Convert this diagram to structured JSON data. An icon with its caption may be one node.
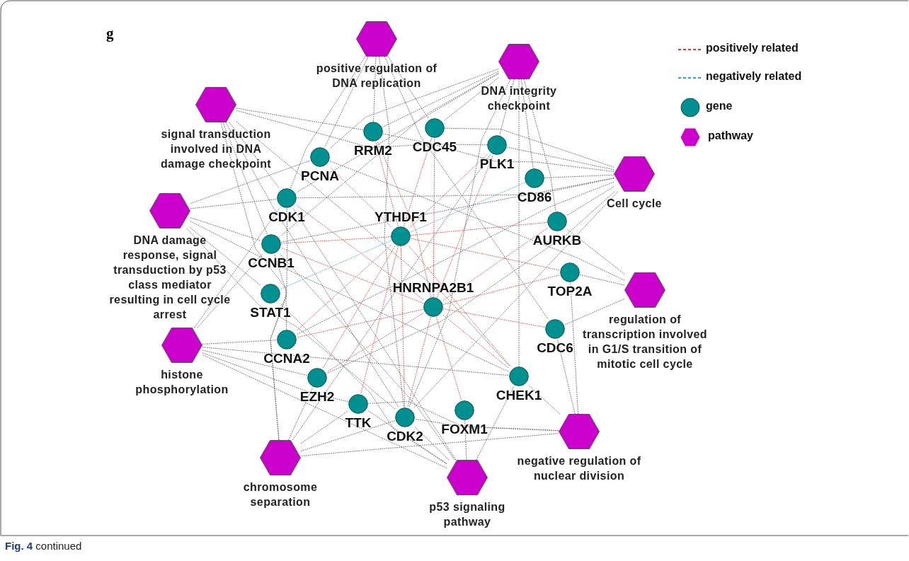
{
  "diagram": {
    "caption": "**Fig. 4** continued",
    "nodes": [
      {
        "text": [
          "positive regulation of DNA replication"
        ]
      },
      {
        "text": [
          "DNA integrity checkpoint"
        ]
      },
      {
        "text": [
          "signal transduction involved in DNA damage checkpoint"
        ]
      },
      {
        "text": [
          "CDC45"
        ]
      },
      {
        "text": [
          "RRM2"
        ]
      },
      {
        "text": [
          "PLK1"
        ]
      },
      {
        "text": [
          "PCNA"
        ]
      },
      {
        "text": [
          "Cell cycle"
        ]
      },
      {
        "text": [
          "CD86"
        ]
      },
      {
        "text": [
          "CDK1"
        ]
      },
      {
        "text": [
          "DNA damage response, signal transduction by p53 class mediator resulting in cell cycle arrest"
        ]
      },
      {
        "text": [
          "AURKB"
        ]
      },
      {
        "text": [
          "YTHDF1"
        ]
      },
      {
        "text": [
          "CCNB1"
        ]
      },
      {
        "text": [
          "TOP2A"
        ]
      },
      {
        "text": [
          "regulation of transcription involved in G1/S transition of mitotic cell cycle"
        ]
      },
      {
        "text": [
          "STAT1"
        ]
      },
      {
        "text": [
          "HNRNPA2B1"
        ]
      },
      {
        "text": [
          "CDC6"
        ]
      },
      {
        "text": [
          "CCNA2"
        ]
      },
      {
        "text": [
          "histone phosphorylation"
        ]
      },
      {
        "text": [
          "CHEK1"
        ]
      },
      {
        "text": [
          "EZH2"
        ]
      },
      {
        "text": [
          "TTK"
        ]
      },
      {
        "text": [
          "FOXM1"
        ]
      },
      {
        "text": [
          "CDK2"
        ]
      },
      {
        "text": [
          "negative regulation of nuclear division"
        ]
      },
      {
        "text": [
          "chromosome separation"
        ]
      },
      {
        "text": [
          "p53 signaling pathway"
        ]
      }
    ],
    "edges": [
      {
        "from": 12,
        "to": 4,
        "arrow": "none",
        "color": "#ff2a2a"
      },
      {
        "from": 12,
        "to": 3,
        "arrow": "none",
        "color": "#ff2a2a"
      },
      {
        "from": 12,
        "to": 5,
        "arrow": "none",
        "color": "#ff2a2a"
      },
      {
        "from": 12,
        "to": 6,
        "arrow": "none",
        "color": "#ff2a2a"
      },
      {
        "from": 12,
        "to": 13,
        "arrow": "none",
        "color": "#ff2a2a"
      },
      {
        "from": 12,
        "to": 19,
        "arrow": "none",
        "color": "#ff2a2a"
      },
      {
        "from": 12,
        "to": 21,
        "arrow": "none",
        "color": "#ff2a2a"
      },
      {
        "from": 12,
        "to": 25,
        "arrow": "none",
        "color": "#ff2a2a"
      },
      {
        "from": 12,
        "to": 23,
        "arrow": "none",
        "color": "#ff2a2a"
      },
      {
        "from": 12,
        "to": 14,
        "arrow": "none",
        "color": "#ff2a2a"
      },
      {
        "from": 12,
        "to": 11,
        "arrow": "none",
        "color": "#ff2a2a"
      },
      {
        "from": 12,
        "to": 22,
        "arrow": "none",
        "color": "#ff2a2a"
      },
      {
        "from": 17,
        "to": 13,
        "arrow": "none",
        "color": "#ff2a2a"
      },
      {
        "from": 17,
        "to": 19,
        "arrow": "none",
        "color": "#ff2a2a"
      },
      {
        "from": 17,
        "to": 22,
        "arrow": "none",
        "color": "#ff2a2a"
      },
      {
        "from": 17,
        "to": 18,
        "arrow": "none",
        "color": "#ff2a2a"
      },
      {
        "from": 17,
        "to": 21,
        "arrow": "none",
        "color": "#ff2a2a"
      },
      {
        "from": 17,
        "to": 24,
        "arrow": "none",
        "color": "#ff2a2a"
      },
      {
        "from": 17,
        "to": 5,
        "arrow": "none",
        "color": "#ff2a2a"
      },
      {
        "from": 17,
        "to": 4,
        "arrow": "none",
        "color": "#ff2a2a"
      },
      {
        "from": 17,
        "to": 3,
        "arrow": "none",
        "color": "#ff2a2a"
      },
      {
        "from": 17,
        "to": 11,
        "arrow": "none",
        "color": "#ff2a2a"
      },
      {
        "from": 17,
        "to": 14,
        "arrow": "none",
        "color": "#ff2a2a"
      },
      {
        "from": 17,
        "to": 9,
        "arrow": "none",
        "color": "#ff2a2a"
      },
      {
        "from": 17,
        "to": 25,
        "arrow": "none",
        "color": "#ff2a2a"
      },
      {
        "from": 12,
        "to": 8,
        "arrow": "none",
        "color": "#2a9dff"
      },
      {
        "from": 12,
        "to": 16,
        "arrow": "none",
        "color": "#2a9dff"
      },
      {
        "from": 0,
        "to": 4,
        "arrow": "none"
      },
      {
        "from": 0,
        "to": 6,
        "arrow": "none"
      },
      {
        "from": 0,
        "to": 3,
        "arrow": "none"
      },
      {
        "from": 0,
        "to": 9,
        "arrow": "none"
      },
      {
        "from": 0,
        "to": 25,
        "arrow": "none"
      },
      {
        "from": 0,
        "to": 18,
        "arrow": "none"
      },
      {
        "from": 1,
        "to": 5,
        "arrow": "none"
      },
      {
        "from": 1,
        "to": 4,
        "arrow": "none"
      },
      {
        "from": 1,
        "to": 6,
        "arrow": "none"
      },
      {
        "from": 1,
        "to": 3,
        "arrow": "none"
      },
      {
        "from": 1,
        "to": 21,
        "arrow": "none"
      },
      {
        "from": 1,
        "to": 13,
        "arrow": "none"
      },
      {
        "from": 1,
        "to": 9,
        "arrow": "none"
      },
      {
        "from": 1,
        "to": 25,
        "arrow": "none"
      },
      {
        "from": 1,
        "to": 11,
        "arrow": "none"
      },
      {
        "from": 1,
        "to": 8,
        "arrow": "none"
      },
      {
        "from": 2,
        "to": 4,
        "arrow": "none"
      },
      {
        "from": 2,
        "to": 5,
        "arrow": "none"
      },
      {
        "from": 2,
        "to": 9,
        "arrow": "none"
      },
      {
        "from": 2,
        "to": 13,
        "arrow": "none"
      },
      {
        "from": 2,
        "to": 21,
        "arrow": "none"
      },
      {
        "from": 2,
        "to": 25,
        "arrow": "none"
      },
      {
        "from": 2,
        "to": 19,
        "arrow": "none"
      },
      {
        "from": 7,
        "to": 5,
        "arrow": "none"
      },
      {
        "from": 7,
        "to": 3,
        "arrow": "none"
      },
      {
        "from": 7,
        "to": 4,
        "arrow": "none"
      },
      {
        "from": 7,
        "to": 8,
        "arrow": "none"
      },
      {
        "from": 7,
        "to": 11,
        "arrow": "none"
      },
      {
        "from": 7,
        "to": 13,
        "arrow": "none"
      },
      {
        "from": 7,
        "to": 9,
        "arrow": "none"
      },
      {
        "from": 7,
        "to": 25,
        "arrow": "none"
      },
      {
        "from": 7,
        "to": 19,
        "arrow": "none"
      },
      {
        "from": 7,
        "to": 22,
        "arrow": "none"
      },
      {
        "from": 10,
        "to": 6,
        "arrow": "none"
      },
      {
        "from": 10,
        "to": 9,
        "arrow": "none"
      },
      {
        "from": 10,
        "to": 13,
        "arrow": "none"
      },
      {
        "from": 10,
        "to": 21,
        "arrow": "none"
      },
      {
        "from": 10,
        "to": 25,
        "arrow": "none"
      },
      {
        "from": 10,
        "to": 16,
        "arrow": "none"
      },
      {
        "from": 15,
        "to": 11,
        "arrow": "none"
      },
      {
        "from": 15,
        "to": 14,
        "arrow": "none"
      },
      {
        "from": 15,
        "to": 18,
        "arrow": "none"
      },
      {
        "from": 15,
        "to": 6,
        "arrow": "none"
      },
      {
        "from": 20,
        "to": 9,
        "arrow": "none"
      },
      {
        "from": 20,
        "to": 19,
        "arrow": "none"
      },
      {
        "from": 20,
        "to": 13,
        "arrow": "none"
      },
      {
        "from": 20,
        "to": 22,
        "arrow": "none"
      },
      {
        "from": 20,
        "to": 23,
        "arrow": "none"
      },
      {
        "from": 20,
        "to": 21,
        "arrow": "none"
      },
      {
        "from": 26,
        "to": 21,
        "arrow": "none"
      },
      {
        "from": 26,
        "to": 18,
        "arrow": "none"
      },
      {
        "from": 26,
        "to": 14,
        "arrow": "none"
      },
      {
        "from": 26,
        "to": 23,
        "arrow": "none"
      },
      {
        "from": 26,
        "to": 25,
        "arrow": "none"
      },
      {
        "from": 26,
        "to": 27,
        "arrow": "none"
      },
      {
        "from": 27,
        "to": 23,
        "arrow": "none"
      },
      {
        "from": 27,
        "to": 25,
        "arrow": "none"
      },
      {
        "from": 27,
        "to": 22,
        "arrow": "none"
      },
      {
        "from": 27,
        "to": 9,
        "arrow": "none"
      },
      {
        "from": 27,
        "to": 13,
        "arrow": "none"
      },
      {
        "from": 27,
        "to": 5,
        "arrow": "none"
      },
      {
        "from": 28,
        "to": 24,
        "arrow": "none"
      },
      {
        "from": 28,
        "to": 25,
        "arrow": "none"
      },
      {
        "from": 28,
        "to": 21,
        "arrow": "none"
      },
      {
        "from": 28,
        "to": 13,
        "arrow": "none"
      },
      {
        "from": 28,
        "to": 16,
        "arrow": "none"
      },
      {
        "from": 28,
        "to": 9,
        "arrow": "none"
      },
      {
        "from": 28,
        "to": 23,
        "arrow": "none"
      },
      {
        "from": 28,
        "to": 20,
        "arrow": "none"
      }
    ],
    "labels": [
      "g"
    ],
    "legend": [
      {
        "text": "positively related"
      },
      {
        "text": "negatively related"
      },
      {
        "text": "gene"
      },
      {
        "text": "pathway"
      }
    ]
  }
}
